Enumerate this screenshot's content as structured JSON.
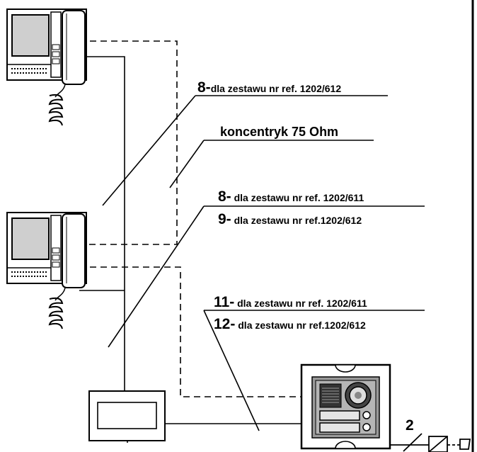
{
  "labels": {
    "l1_num": "8-",
    "l1_text": "dla zestawu nr ref. 1202/612",
    "l2_text": "koncentryk 75 Ohm",
    "l3_num": "8-",
    "l3_text": " dla zestawu nr ref. 1202/611",
    "l4_num": "9-",
    "l4_text": " dla zestawu nr ref.1202/612",
    "l5_num": "11-",
    "l5_text": " dla zestawu nr ref. 1202/611",
    "l6_num": "12-",
    "l6_text": " dla zestawu nr ref.1202/612",
    "l7_num": "2"
  }
}
